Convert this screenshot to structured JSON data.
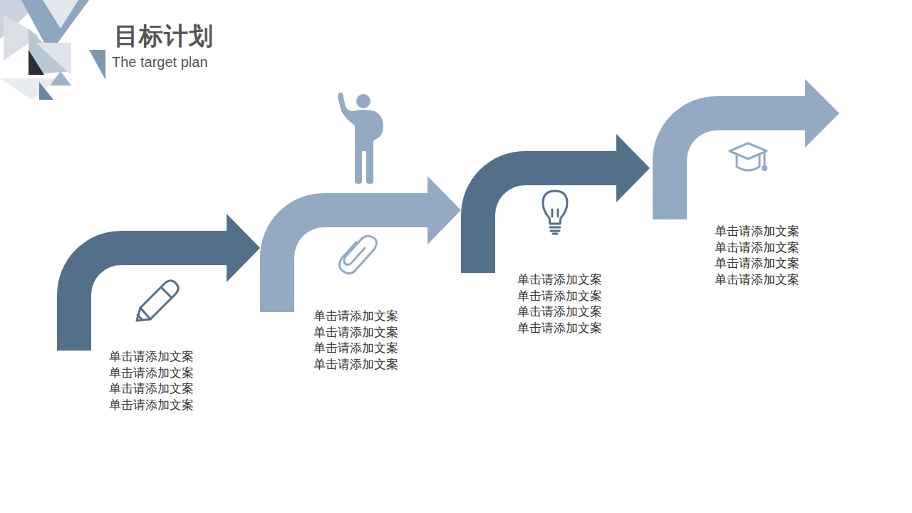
{
  "diagram": {
    "title": "目标计划",
    "labels": [
      "The target plan",
      "单击请添加文案 单击请添加文案 单击请添加文案 单击请添加文案",
      "单击请添加文案 单击请添加文案 单击请添加文案 单击请添加文案",
      "单击请添加文案 单击请添加文案 单击请添加文案 单击请添加文案",
      "单击请添加文案 单击请添加文案 单击请添加文案 单击请添加文案"
    ]
  }
}
